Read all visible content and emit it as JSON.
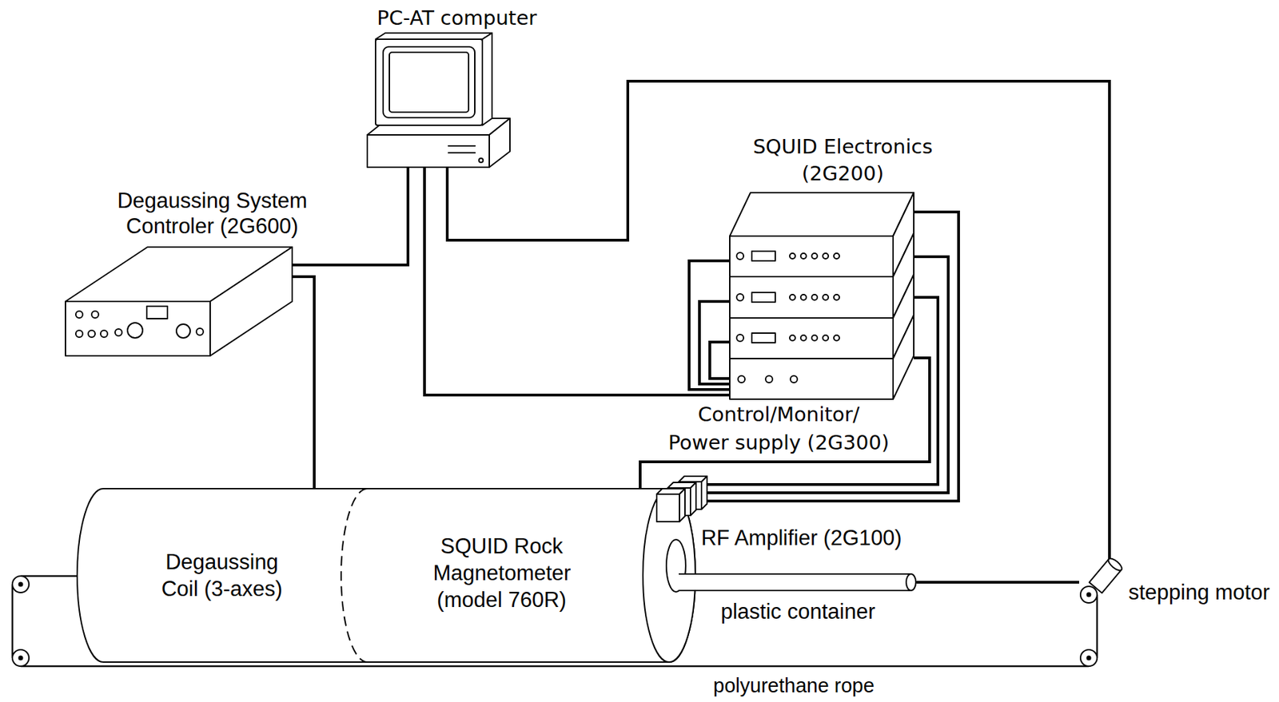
{
  "diagram": {
    "nodes": [
      {
        "text": [
          "PC-AT computer"
        ]
      },
      {
        "text": [
          "Degaussing System Controler (2G600)"
        ]
      },
      {
        "text": [
          "SQUID Electronics (2G200)"
        ]
      },
      {
        "text": [
          "Control/Monitor/ Power supply (2G300)"
        ]
      },
      {
        "text": [
          "Degaussing Coil (3-axes)"
        ]
      },
      {
        "text": [
          "SQUID Rock Magnetometer (model 760R)"
        ]
      },
      {
        "text": [
          "RF Amplifier (2G100)"
        ]
      },
      {
        "text": [
          "plastic container"
        ]
      },
      {
        "text": [
          "stepping motor"
        ]
      }
    ],
    "edges": [
      {
        "from": 0,
        "to": 1,
        "arrow": "none"
      },
      {
        "from": 0,
        "to": 3,
        "arrow": "none"
      },
      {
        "from": 0,
        "to": 8,
        "arrow": "none"
      },
      {
        "from": 1,
        "to": 4,
        "arrow": "none"
      },
      {
        "from": 2,
        "to": 3,
        "arrow": "none"
      },
      {
        "from": 2,
        "to": 3,
        "arrow": "none"
      },
      {
        "from": 2,
        "to": 3,
        "arrow": "none"
      },
      {
        "from": 2,
        "to": 6,
        "arrow": "none"
      },
      {
        "from": 2,
        "to": 6,
        "arrow": "none"
      },
      {
        "from": 2,
        "to": 6,
        "arrow": "none"
      },
      {
        "from": 3,
        "to": 5,
        "arrow": "none"
      },
      {
        "from": 7,
        "to": 8,
        "arrow": "none"
      }
    ],
    "labels": [
      "polyurethane rope"
    ]
  }
}
